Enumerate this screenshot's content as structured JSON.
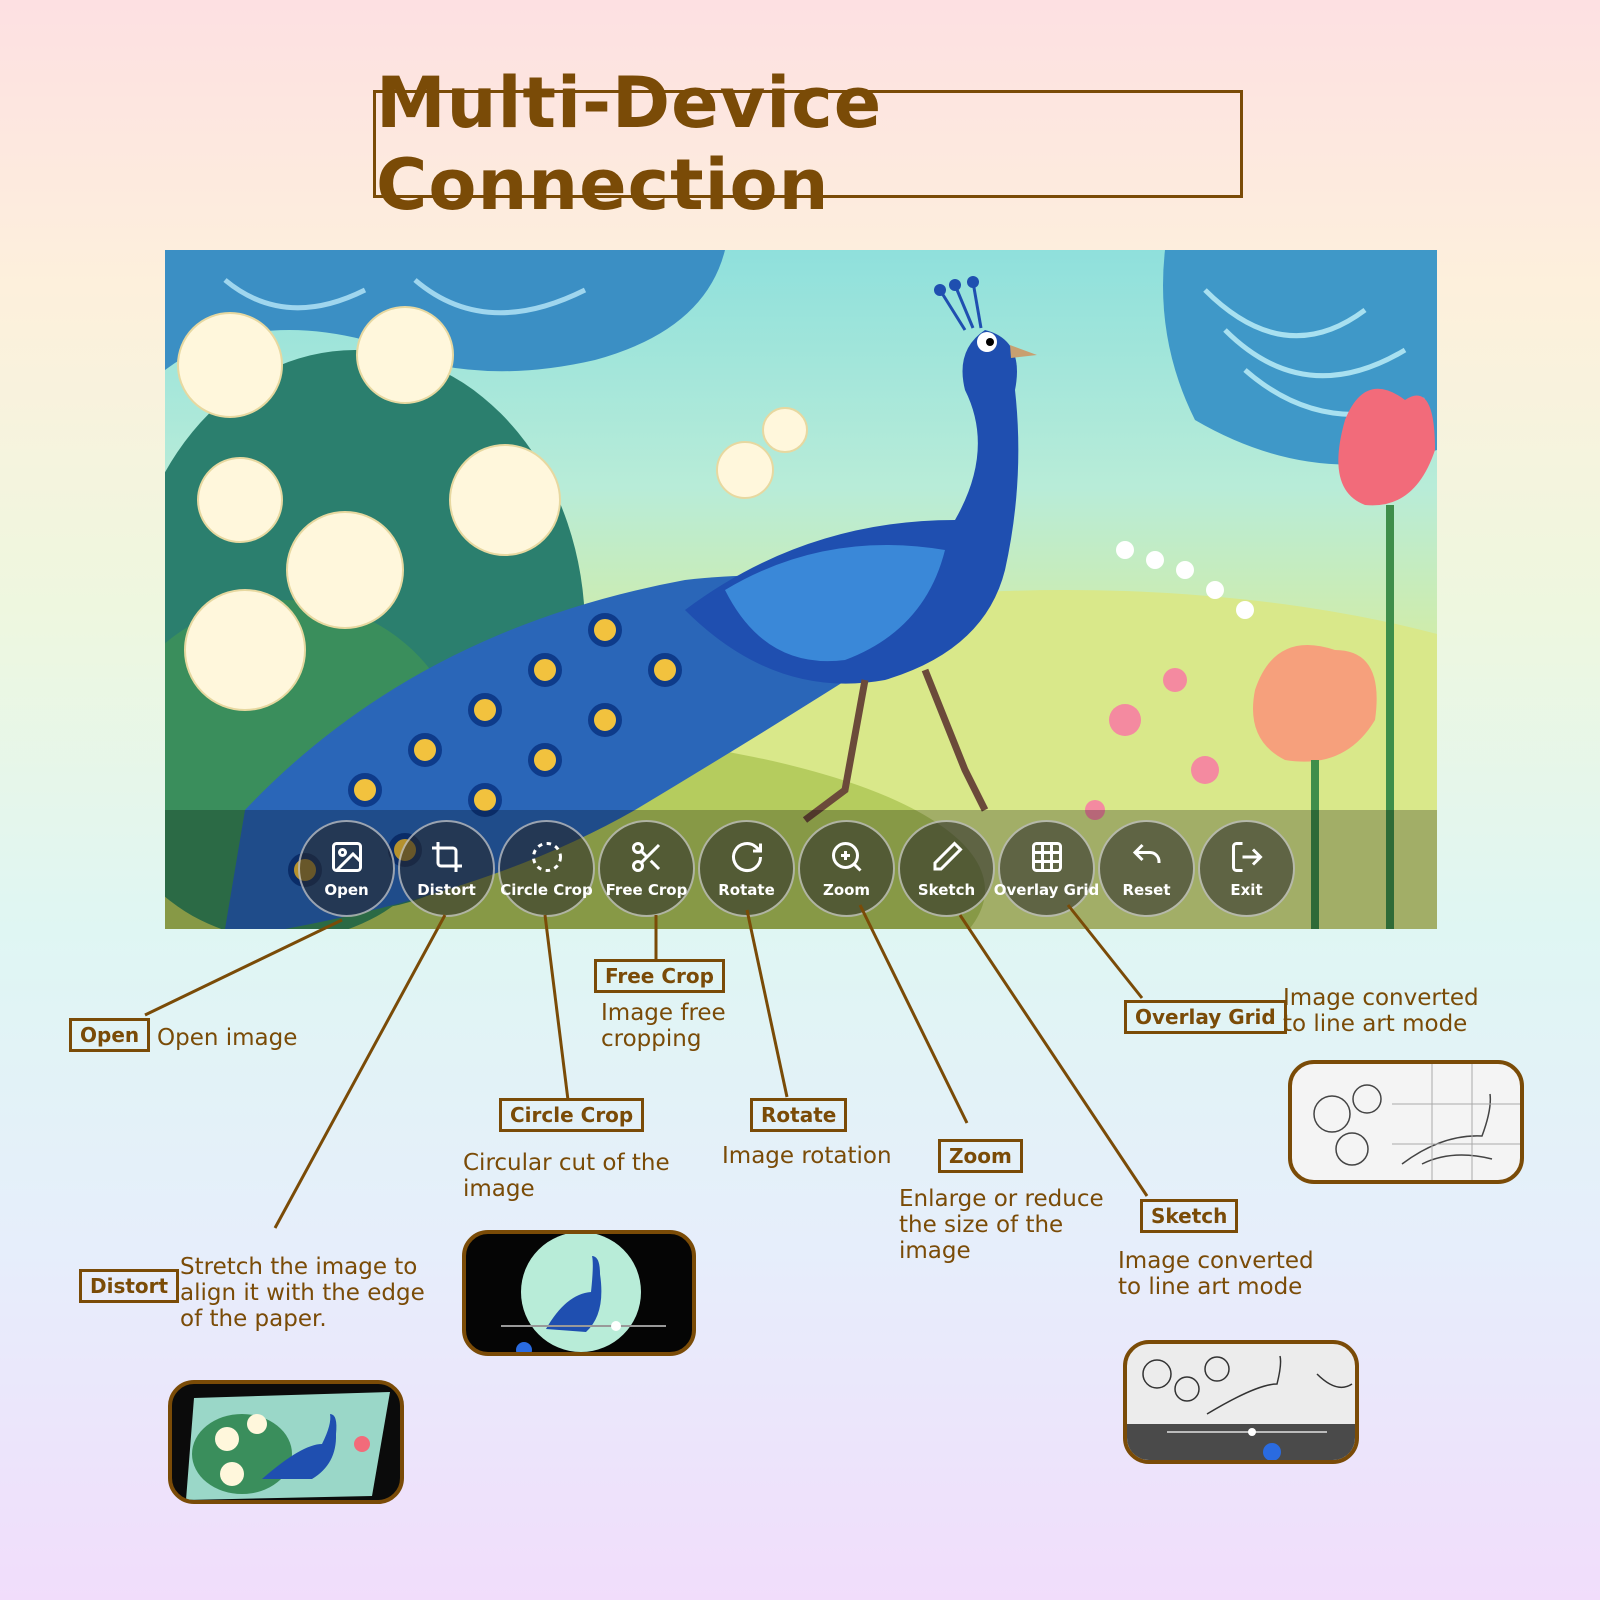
{
  "title": "Multi-Device Connection",
  "toolbar": [
    {
      "id": "open",
      "label": "Open",
      "icon": "image-icon"
    },
    {
      "id": "distort",
      "label": "Distort",
      "icon": "crop-icon"
    },
    {
      "id": "circle-crop",
      "label": "Circle Crop",
      "icon": "dashed-circle-icon"
    },
    {
      "id": "free-crop",
      "label": "Free Crop",
      "icon": "scissors-icon"
    },
    {
      "id": "rotate",
      "label": "Rotate",
      "icon": "rotate-icon"
    },
    {
      "id": "zoom",
      "label": "Zoom",
      "icon": "zoom-in-icon"
    },
    {
      "id": "sketch",
      "label": "Sketch",
      "icon": "pencil-icon"
    },
    {
      "id": "overlay-grid",
      "label": "Overlay Grid",
      "icon": "grid-icon"
    },
    {
      "id": "reset",
      "label": "Reset",
      "icon": "undo-icon"
    },
    {
      "id": "exit",
      "label": "Exit",
      "icon": "exit-icon"
    }
  ],
  "callouts": {
    "open": {
      "tag": "Open",
      "desc": "Open image"
    },
    "distort": {
      "tag": "Distort",
      "desc": "Stretch the image to align it with the edge of the paper."
    },
    "circle_crop": {
      "tag": "Circle Crop",
      "desc": "Circular cut of the image"
    },
    "free_crop": {
      "tag": "Free Crop",
      "desc": "Image free cropping"
    },
    "rotate": {
      "tag": "Rotate",
      "desc": "Image rotation"
    },
    "zoom": {
      "tag": "Zoom",
      "desc": "Enlarge or reduce the size of the image"
    },
    "sketch": {
      "tag": "Sketch",
      "desc": "Image converted to line art mode"
    },
    "overlay_grid": {
      "tag": "Overlay Grid",
      "desc": "Image converted to line art mode"
    }
  },
  "colors": {
    "accent": "#7a4b07",
    "toolbar_bg": "#3a3a3a",
    "peacock": "#1f5fc4"
  }
}
